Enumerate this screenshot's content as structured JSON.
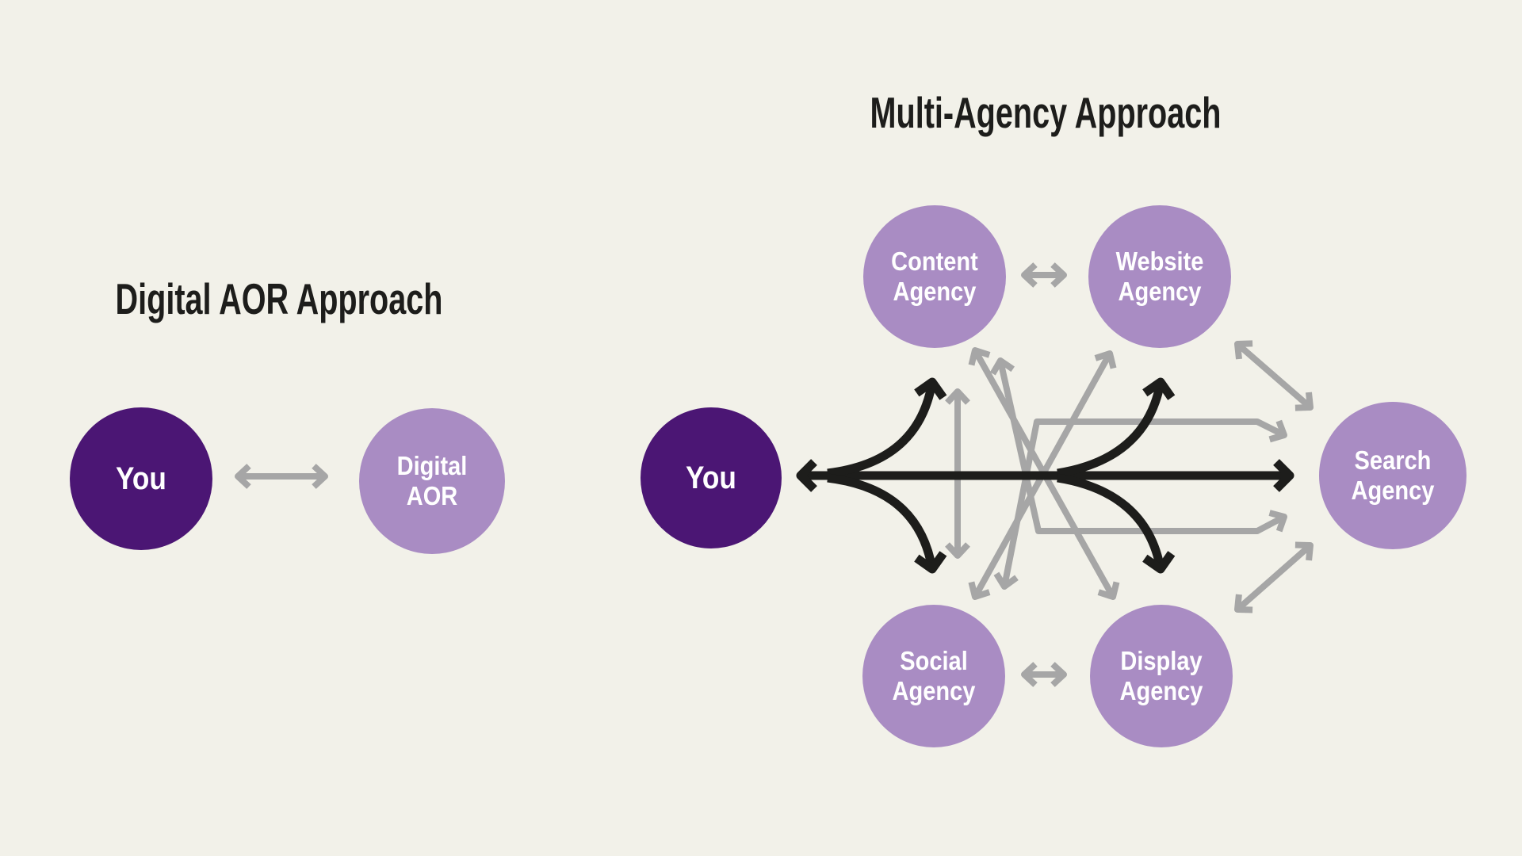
{
  "colors": {
    "background": "#f2f1e9",
    "title_text": "#1d1d1b",
    "dark_purple": "#4b1674",
    "light_purple": "#a98cc3",
    "arrow_gray": "#a6a6a6",
    "arrow_black": "#1d1d1b",
    "node_text": "#ffffff"
  },
  "left_diagram": {
    "title": "Digital AOR Approach",
    "nodes": [
      {
        "id": "you",
        "label": "You",
        "color_role": "dark_purple"
      },
      {
        "id": "digital-aor",
        "label": "Digital AOR",
        "color_role": "light_purple"
      }
    ],
    "connections": [
      {
        "from": "you",
        "to": "digital-aor",
        "bidirectional": true,
        "style": "gray-straight"
      }
    ]
  },
  "right_diagram": {
    "title": "Multi-Agency Approach",
    "nodes": [
      {
        "id": "you",
        "label": "You",
        "color_role": "dark_purple"
      },
      {
        "id": "content-agency",
        "label": "Content Agency",
        "color_role": "light_purple"
      },
      {
        "id": "website-agency",
        "label": "Website Agency",
        "color_role": "light_purple"
      },
      {
        "id": "search-agency",
        "label": "Search Agency",
        "color_role": "light_purple"
      },
      {
        "id": "social-agency",
        "label": "Social Agency",
        "color_role": "light_purple"
      },
      {
        "id": "display-agency",
        "label": "Display Agency",
        "color_role": "light_purple"
      }
    ],
    "connections": [
      {
        "from": "you",
        "to": "search-agency",
        "bidirectional": true,
        "style": "black-straight"
      },
      {
        "from": "you",
        "to": "content-agency",
        "bidirectional": false,
        "style": "black-curve"
      },
      {
        "from": "you",
        "to": "social-agency",
        "bidirectional": false,
        "style": "black-curve"
      },
      {
        "from": "you",
        "to": "website-agency",
        "bidirectional": false,
        "style": "black-curve"
      },
      {
        "from": "you",
        "to": "display-agency",
        "bidirectional": false,
        "style": "black-curve"
      },
      {
        "from": "content-agency",
        "to": "website-agency",
        "bidirectional": true,
        "style": "gray-straight"
      },
      {
        "from": "social-agency",
        "to": "display-agency",
        "bidirectional": true,
        "style": "gray-straight"
      },
      {
        "from": "content-agency",
        "to": "social-agency",
        "bidirectional": true,
        "style": "gray-straight"
      },
      {
        "from": "content-agency",
        "to": "display-agency",
        "bidirectional": true,
        "style": "gray-diagonal"
      },
      {
        "from": "social-agency",
        "to": "website-agency",
        "bidirectional": true,
        "style": "gray-diagonal"
      },
      {
        "from": "website-agency",
        "to": "search-agency",
        "bidirectional": true,
        "style": "gray-diagonal"
      },
      {
        "from": "display-agency",
        "to": "search-agency",
        "bidirectional": true,
        "style": "gray-diagonal"
      },
      {
        "from": "content-agency",
        "to": "search-agency",
        "bidirectional": true,
        "style": "gray-bent"
      },
      {
        "from": "social-agency",
        "to": "search-agency",
        "bidirectional": true,
        "style": "gray-bent"
      }
    ]
  }
}
